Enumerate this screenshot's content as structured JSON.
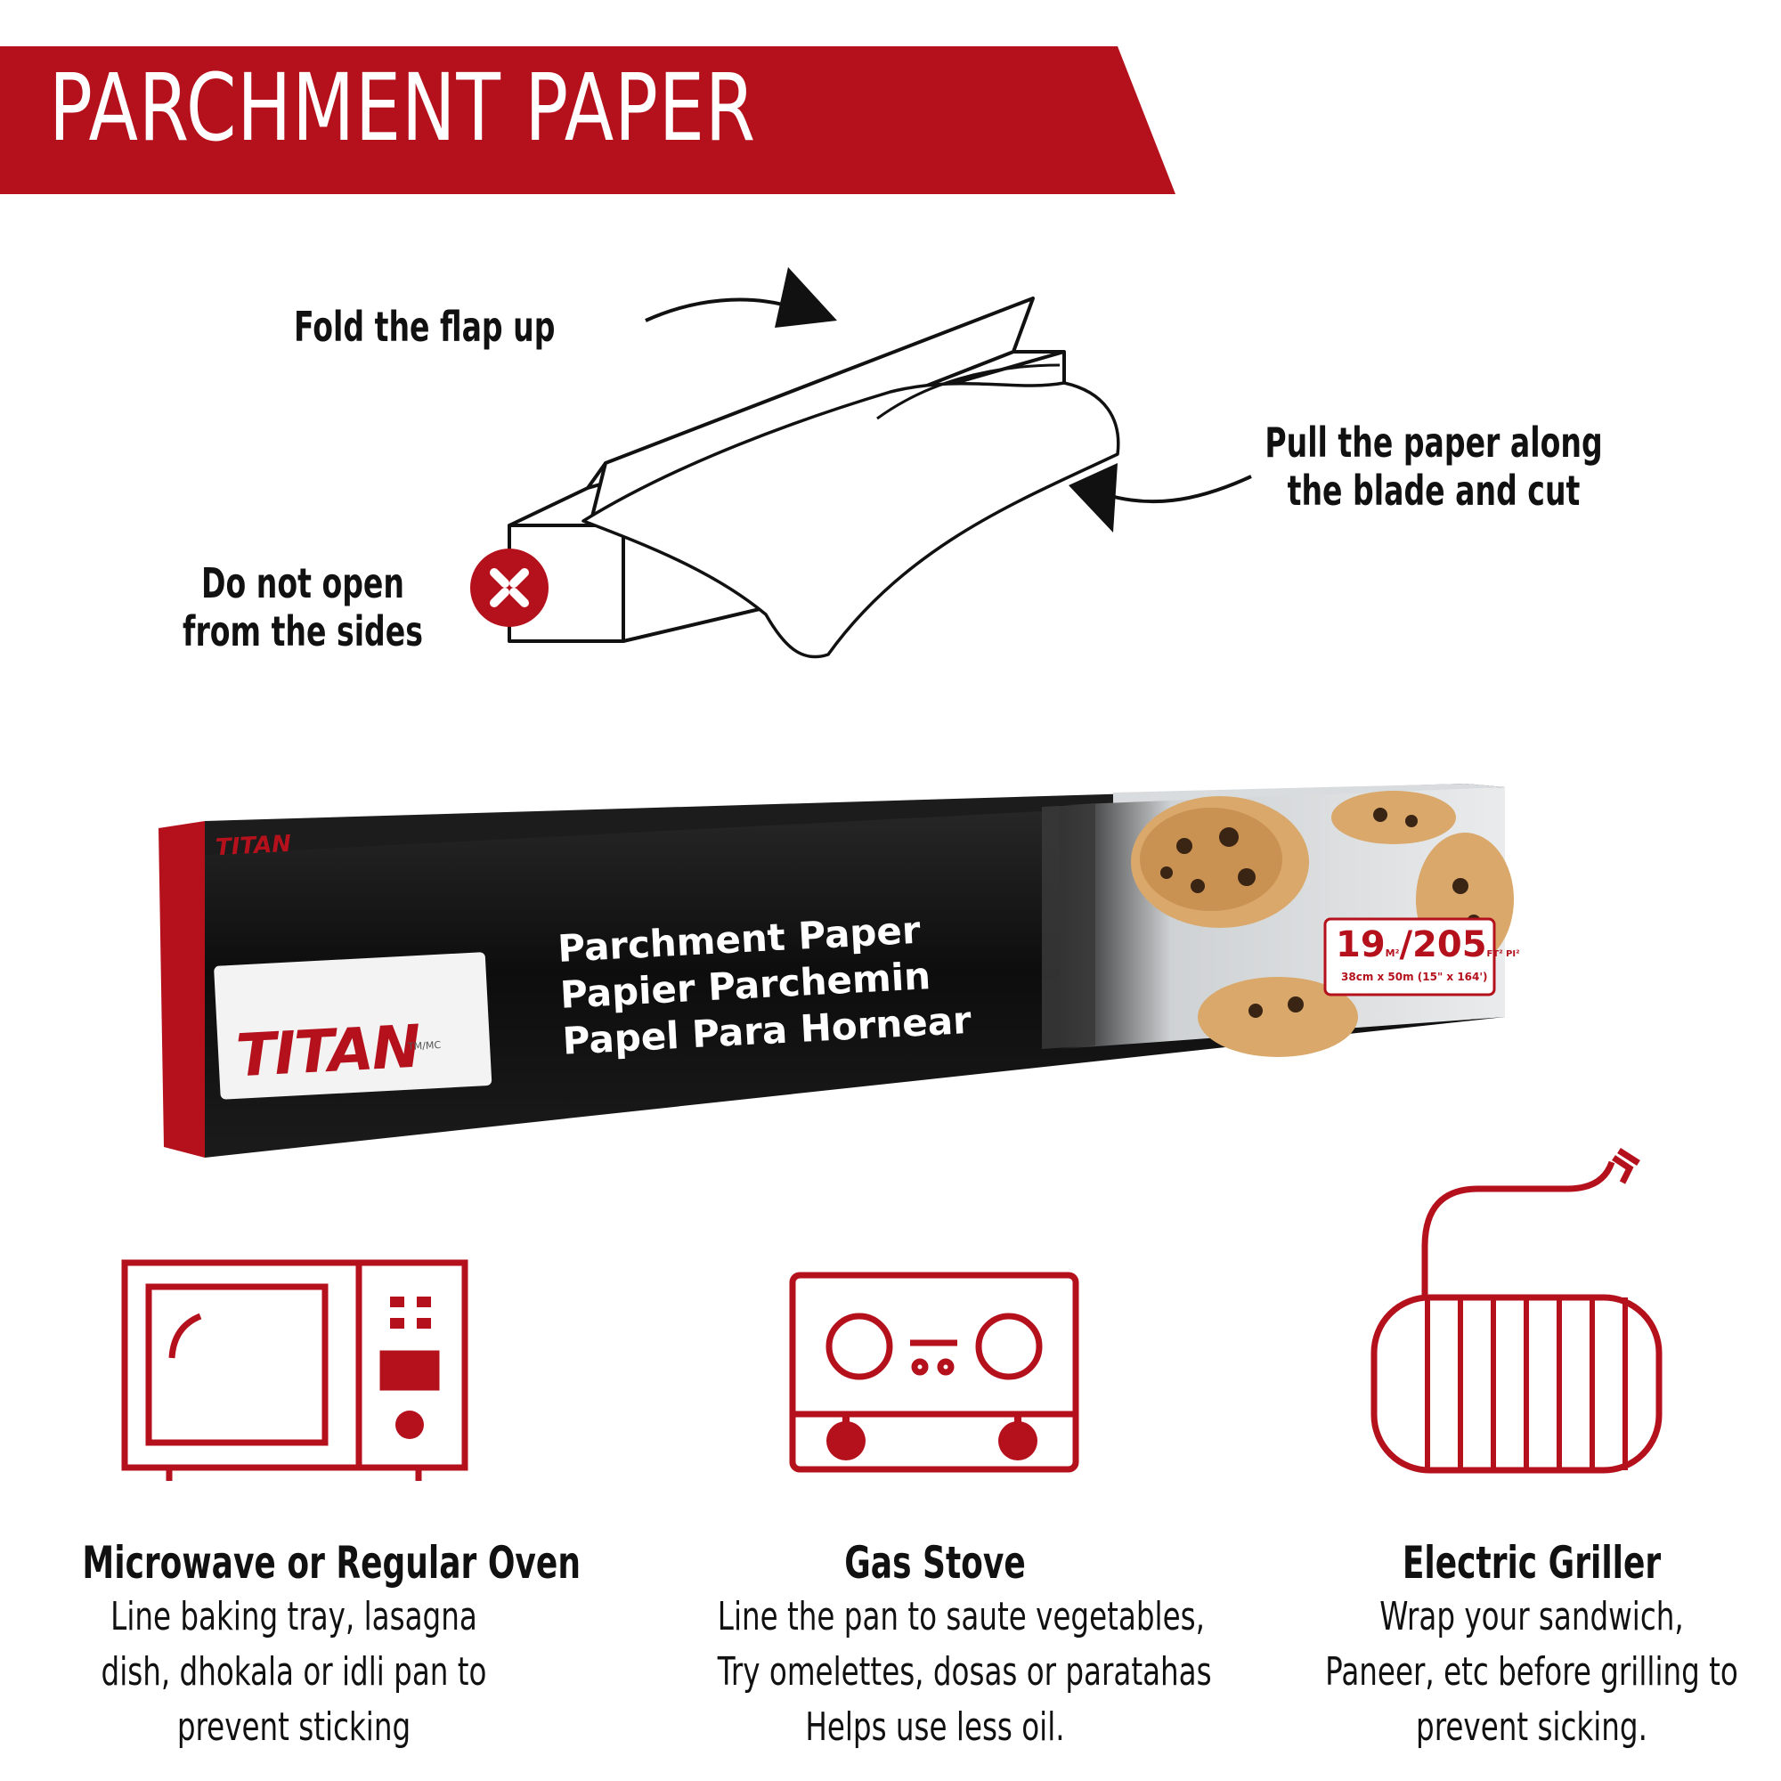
{
  "header": {
    "title": "PARCHMENT PAPER",
    "accent_color": "#b5111c"
  },
  "instructions": {
    "fold": "Fold the flap up",
    "pull_line1": "Pull the paper along",
    "pull_line2": "the blade and cut",
    "sides_line1": "Do not open",
    "sides_line2": "from the sides",
    "warning_icon": "x-circle-icon"
  },
  "product": {
    "brand": "TITAN",
    "trademark": "TM/MC",
    "name_en": "Parchment Paper",
    "name_fr": "Papier Parchemin",
    "name_es": "Papel Para Hornear",
    "size_main": "19",
    "size_main_unit": "M²",
    "size_alt": "205",
    "size_alt_unit": "FT² PI²",
    "dimensions": "38cm x 50m (15\" x 164')",
    "colors": {
      "box_black": "#111111",
      "box_red": "#b5111c"
    }
  },
  "uses": [
    {
      "icon": "microwave-icon",
      "title": "Microwave or Regular Oven",
      "line1": "Line baking tray, lasagna",
      "line2": "dish, dhokala or idli pan to",
      "line3": "prevent sticking"
    },
    {
      "icon": "gas-stove-icon",
      "title": "Gas Stove",
      "line1": "Line the pan to saute vegetables,",
      "line2": "Try  omelettes, dosas or paratahas",
      "line3": "Helps use less oil."
    },
    {
      "icon": "electric-griller-icon",
      "title": "Electric Griller",
      "line1": "Wrap your sandwich,",
      "line2": "Paneer, etc before grilling to",
      "line3": "prevent sicking."
    }
  ]
}
